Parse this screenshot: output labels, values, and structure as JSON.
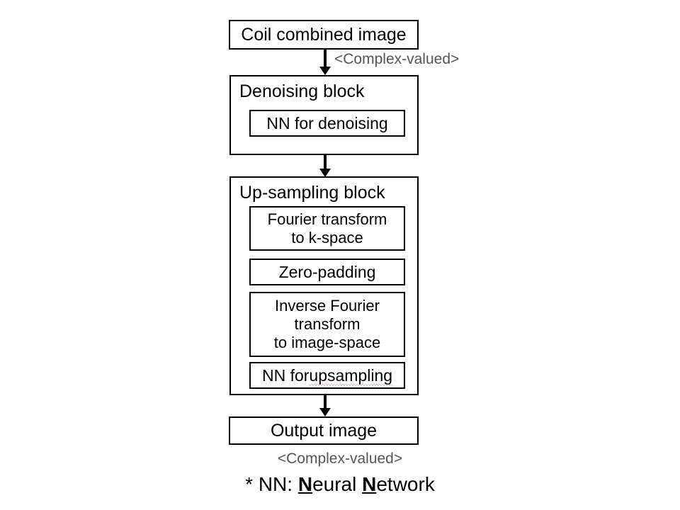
{
  "diagram": {
    "title_note": "* NN: Neural Network",
    "footnote": {
      "prefix": "* NN: ",
      "n1": "N",
      "word1": "eural ",
      "n2": "N",
      "word2": "etwork"
    },
    "nodes": {
      "input": {
        "label": "Coil combined image"
      },
      "denoising_block": {
        "title": "Denoising block",
        "children": [
          {
            "label": "NN for denoising"
          }
        ]
      },
      "upsampling_block": {
        "title": "Up-sampling block",
        "children": [
          {
            "label": "Fourier transform\nto k-space"
          },
          {
            "label": "Zero-padding"
          },
          {
            "label": "Inverse Fourier\ntransform\nto image-space"
          },
          {
            "label_prefix": "NN for ",
            "label_misspelled": "upsampling"
          }
        ]
      },
      "output": {
        "label": "Output image"
      }
    },
    "annotations": {
      "input_edge": "<Complex-valued>",
      "output_edge": "<Complex-valued>"
    },
    "colors": {
      "stroke": "#000000",
      "background": "#ffffff",
      "annotation_text": "#555555",
      "spellcheck_underline": "#e06666"
    }
  }
}
